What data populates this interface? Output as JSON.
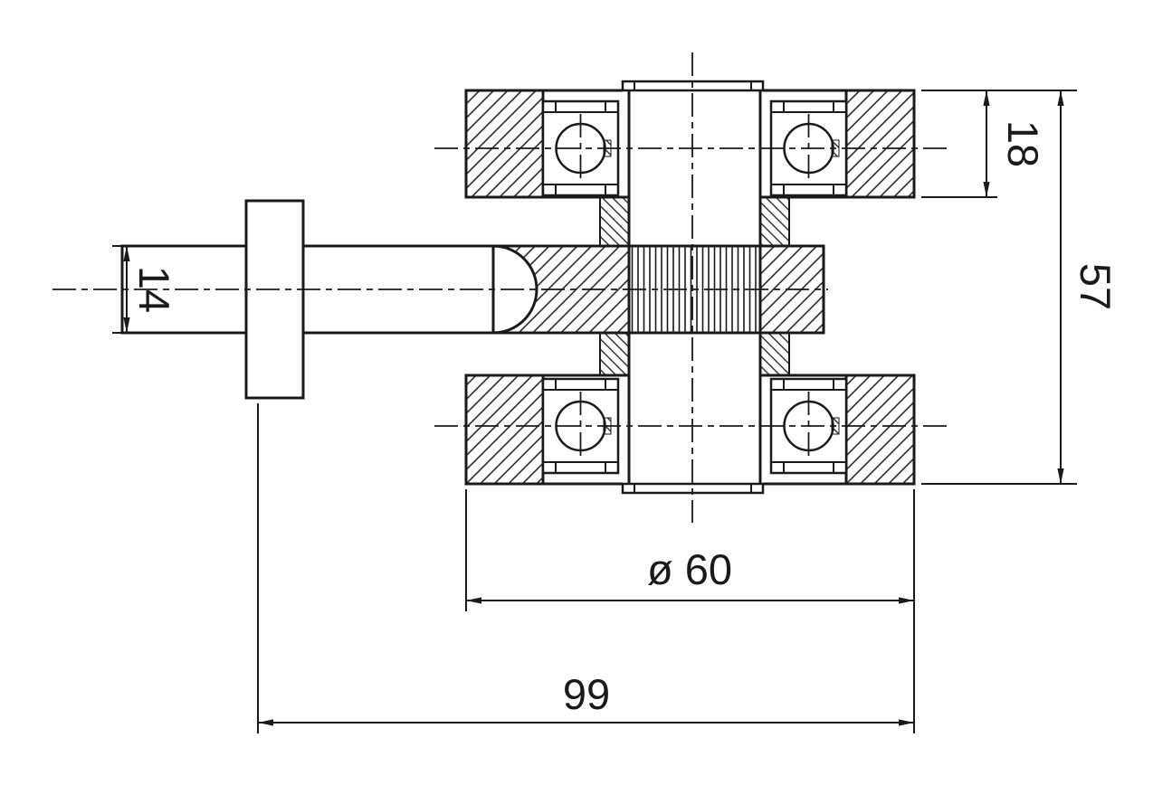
{
  "drawing": {
    "description": "Sectional technical drawing of a worm spindle supported by four ball bearings in a housing, with horizontal input shaft and flange",
    "background_color": "#ffffff",
    "line_color": "#1a1a1a",
    "dimensions": {
      "bearing_width": "18",
      "assembly_height": "57",
      "shaft_diameter": "14",
      "bore_diameter": "ø 60",
      "overall_length": "99"
    }
  }
}
